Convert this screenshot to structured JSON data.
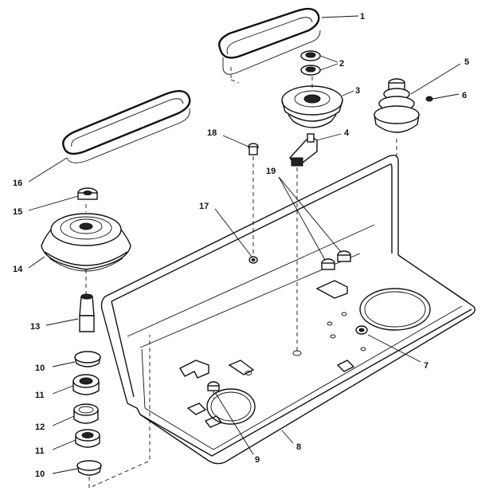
{
  "callouts": [
    {
      "id": "c1",
      "text": "1"
    },
    {
      "id": "c2",
      "text": "2"
    },
    {
      "id": "c3",
      "text": "3"
    },
    {
      "id": "c4",
      "text": "4"
    },
    {
      "id": "c5",
      "text": "5"
    },
    {
      "id": "c6",
      "text": "6"
    },
    {
      "id": "c7",
      "text": "7"
    },
    {
      "id": "c8",
      "text": "8"
    },
    {
      "id": "c9",
      "text": "9"
    },
    {
      "id": "c10a",
      "text": "10"
    },
    {
      "id": "c10b",
      "text": "10"
    },
    {
      "id": "c11a",
      "text": "11"
    },
    {
      "id": "c11b",
      "text": "11"
    },
    {
      "id": "c12",
      "text": "12"
    },
    {
      "id": "c13",
      "text": "13"
    },
    {
      "id": "c14",
      "text": "14"
    },
    {
      "id": "c15",
      "text": "15"
    },
    {
      "id": "c16",
      "text": "16"
    },
    {
      "id": "c17",
      "text": "17"
    },
    {
      "id": "c18",
      "text": "18"
    },
    {
      "id": "c19",
      "text": "19"
    }
  ]
}
